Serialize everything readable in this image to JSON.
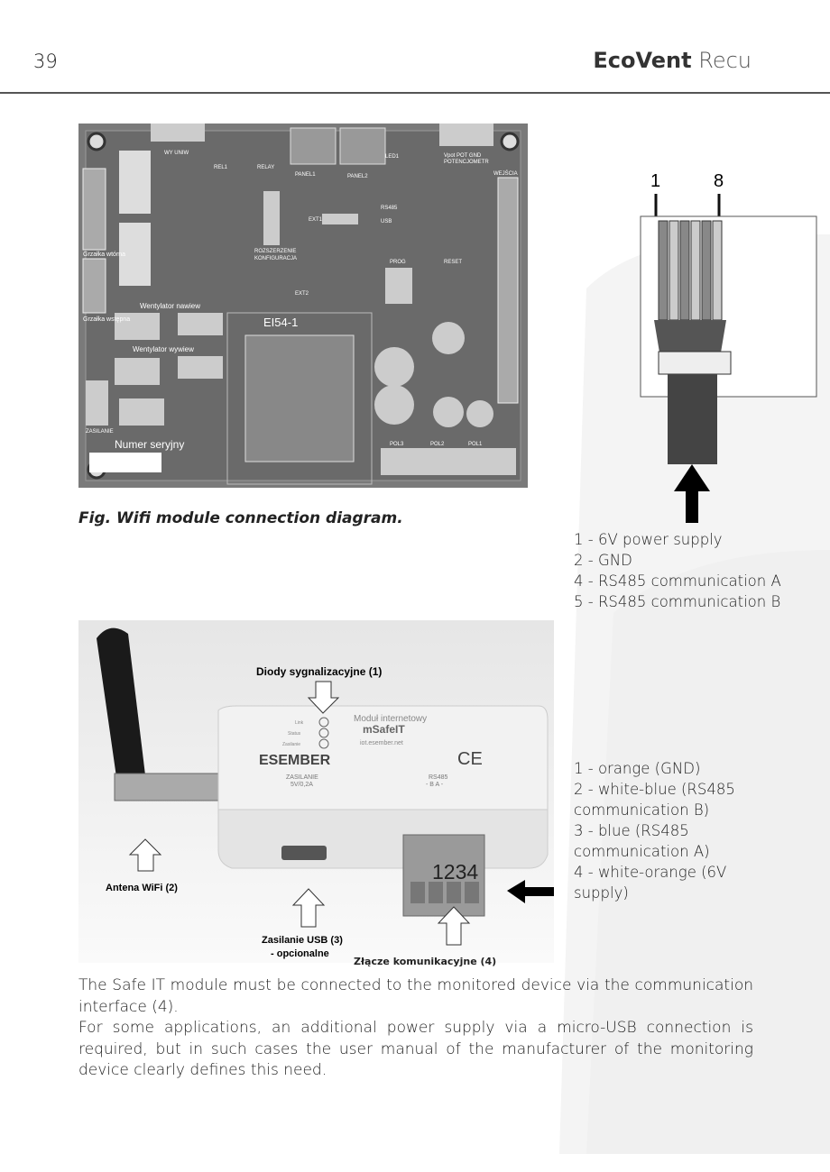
{
  "header": {
    "page_number": "39",
    "brand_bold": "EcoVent",
    "brand_light": "Recu"
  },
  "figure1": {
    "caption": "Fig. Wifi module connection diagram.",
    "pcb_labels": [
      "WY UNIW",
      "REL1",
      "RELAY",
      "PANEL1",
      "PANEL2",
      "LED1",
      "Vpot POT GND",
      "POTENCJOMETR",
      "WEJŚCIA",
      "Grzałka wtórna",
      "Grzałka wstępna",
      "ROZSZERZENIE",
      "KONFIGURACJA",
      "PROG",
      "RESET",
      "Wentylator nawiew",
      "Wentylator wywiew",
      "EI54-1",
      "ZASILANIE",
      "Numer seryjny",
      "POL3",
      "POL2",
      "POL1",
      "EXT2",
      "EXT1",
      "RS485",
      "USB"
    ]
  },
  "connector": {
    "pin_first": "1",
    "pin_last": "8"
  },
  "legend_rj45": [
    "1 - 6V power supply",
    "2 - GND",
    "4 - RS485 communication A",
    "5 - RS485 communication B"
  ],
  "photo": {
    "label_diodes": "Diody sygnalizacyjne (1)",
    "label_antenna": "Antena WiFi (2)",
    "label_usb": "Zasilanie USB (3)",
    "label_usb_2": "- opcionalne",
    "label_comm": "Złącze komunikacyjne (4)",
    "module_title": "Moduł internetowy",
    "module_name": "mSafeIT",
    "module_url": "iot.esember.net",
    "led_labels": [
      "Link",
      "Status",
      "Zasilanie"
    ],
    "brand": "ESEMBER",
    "ce": "CE",
    "power_label": "ZASILANIE",
    "power_value": "5V/0,2A",
    "rs485_label": "RS485",
    "rs485_pins": "- B A -",
    "terminal_numbers": "1234"
  },
  "legend_wires": [
    "1 - orange (GND)",
    "2 - white-blue (RS485 communication B)",
    "3 - blue (RS485 communication A)",
    "4 - white-orange (6V supply)"
  ],
  "body": [
    "The Safe IT module must be connected to the monitored device via the communication interface (4).",
    "For some applications, an additional power supply via a micro-USB connection is required, but in such cases the user manual of the manufacturer of the monitoring device clearly defines this need."
  ]
}
